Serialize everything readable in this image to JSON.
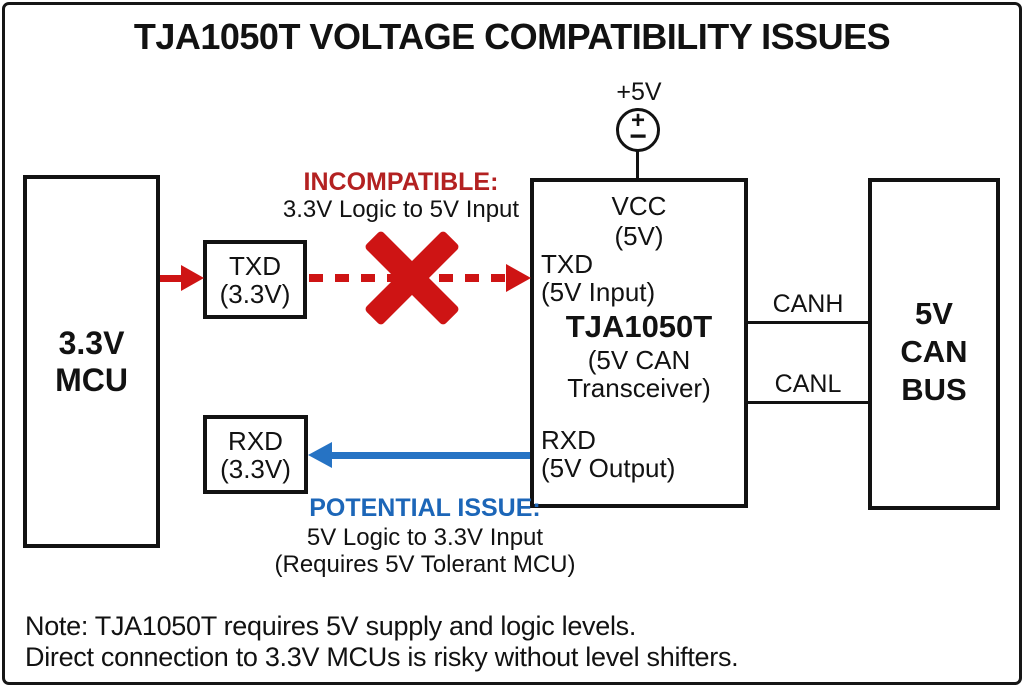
{
  "title": "TJA1050T VOLTAGE COMPATIBILITY ISSUES",
  "colors": {
    "arrow_red": "#CE1414",
    "heading_red": "#B32121",
    "arrow_blue": "#2673C4",
    "heading_blue": "#1C66B8",
    "line_black": "#121212"
  },
  "supply": {
    "label": "+5V",
    "plus": "+",
    "minus": "−"
  },
  "mcu": {
    "line1": "3.3V",
    "line2": "MCU"
  },
  "txd_buffer": {
    "line1": "TXD",
    "line2": "(3.3V)"
  },
  "rxd_buffer": {
    "line1": "RXD",
    "line2": "(3.3V)"
  },
  "transceiver": {
    "vcc": "VCC",
    "vcc_sub": "(5V)",
    "txd": "TXD",
    "txd_sub": "(5V Input)",
    "name": "TJA1050T",
    "desc_line1": "(5V CAN",
    "desc_line2": "Transceiver)",
    "rxd": "RXD",
    "rxd_sub": "(5V Output)"
  },
  "can_bus": {
    "line1": "5V",
    "line2": "CAN",
    "line3": "BUS"
  },
  "bus_wires": {
    "canh": "CANH",
    "canl": "CANL"
  },
  "incompatible": {
    "heading": "INCOMPATIBLE:",
    "detail": "3.3V Logic to 5V Input"
  },
  "potential_issue": {
    "heading": "POTENTIAL ISSUE:",
    "detail_line1": "5V Logic to 3.3V Input",
    "detail_line2": "(Requires 5V Tolerant MCU)"
  },
  "note": {
    "line1": "Note: TJA1050T requires 5V supply and logic levels.",
    "line2": "Direct connection to 3.3V MCUs is risky without level shifters."
  }
}
